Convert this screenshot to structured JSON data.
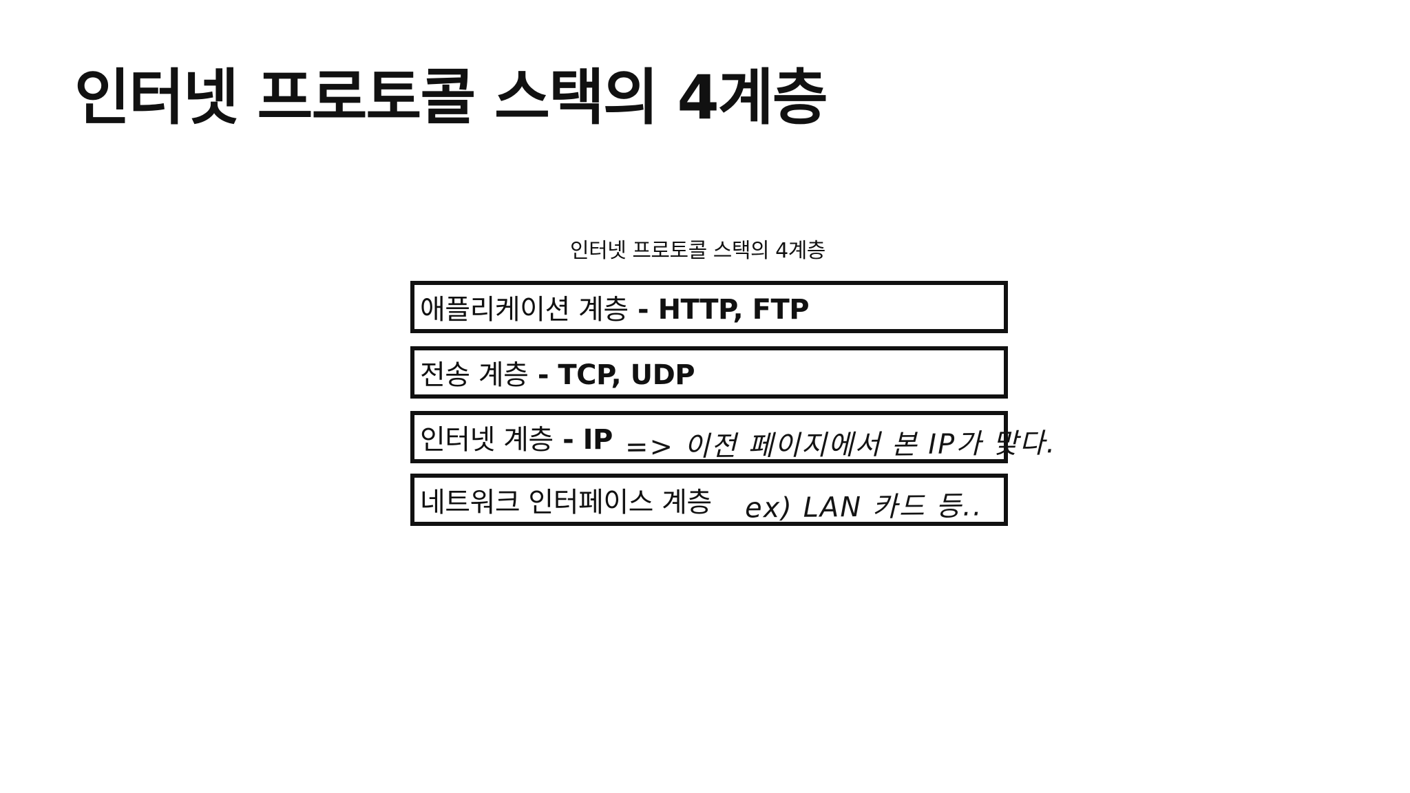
{
  "title": "인터넷 프로토콜 스택의 4계층",
  "diagram": {
    "caption": "인터넷 프로토콜 스택의 4계층",
    "layers": [
      {
        "name": "애플리케이션 계층",
        "protocols": " - HTTP, FTP"
      },
      {
        "name": "전송 계층",
        "protocols": " - TCP, UDP"
      },
      {
        "name": "인터넷 계층",
        "protocols": " - IP"
      },
      {
        "name": "네트워크 인터페이스 계층",
        "protocols": ""
      }
    ]
  },
  "annotations": {
    "ip_note": "=> 이전 페이지에서 본 IP가 맞다.",
    "lan_note": "ex) LAN 카드 등.."
  }
}
